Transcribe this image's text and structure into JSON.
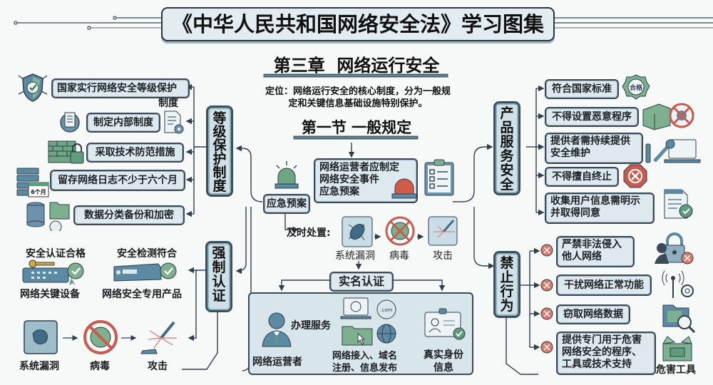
{
  "title": "《中华人民共和国网络安全法》学习图集",
  "chapter": {
    "heading": "第三章  网络运行安全",
    "positioning": "定位：网络运行安全的核心制度，分为一般规定和关键信息基础设施特别保护。",
    "positioning_line1": "定位：网络运行安全的核心制度，分为一般规",
    "positioning_line2": "定和关键信息基础设施特别保护。"
  },
  "section": {
    "heading": "第一节 一般规定"
  },
  "level_protection": {
    "label": "等级保护制度",
    "items": [
      {
        "text_line1": "国家实行网络安全等级保护",
        "text_line2": "制度",
        "icon": "shield-check-icon"
      },
      {
        "text": "制定内部制度",
        "icon": "document-gear-icon"
      },
      {
        "text": "采取技术防范措施",
        "icon": "firewall-lock-icon"
      },
      {
        "text": "留存网络日志不少于六个月",
        "icon": "server-calendar-icon",
        "badge": "6个月"
      },
      {
        "text": "数据分类备份和加密",
        "icon": "database-folder-lock-icon"
      }
    ]
  },
  "mandatory_cert": {
    "label": "强制认证",
    "items": [
      {
        "top": "安全认证合格",
        "bottom": "网络关键设备",
        "icon": "device-key-badge-icon"
      },
      {
        "top": "安全检测符合",
        "bottom": "网络安全专用产品",
        "icon": "appliance-badge-icon"
      }
    ],
    "chain": [
      "系统漏洞",
      "病毒",
      "攻击"
    ]
  },
  "emergency": {
    "label": "应急预案",
    "box_line1": "网络运营者应制定",
    "box_line2": "网络安全事件",
    "box_line3": "应急预案",
    "handle_label": "及时处置:",
    "chain": [
      "系统漏洞",
      "病毒",
      "攻击"
    ]
  },
  "real_name": {
    "label": "实名认证",
    "operator": "网络运营者",
    "service": "办理服务",
    "services_line1": "网络接入、域名",
    "services_line2": "注册、信息发布",
    "identity_line1": "真实身份",
    "identity_line2": "信息"
  },
  "product_security": {
    "label": "产品服务安全",
    "items": [
      {
        "text": "符合国家标准",
        "icon": "qualified-seal-icon",
        "seal": "合格"
      },
      {
        "text": "不得设置恶意程序",
        "icon": "box-no-malware-icon"
      },
      {
        "text_line1": "提供者需持续提供",
        "text_line2": "安全维护",
        "icon": "wrench-laptop-icon"
      },
      {
        "text": "不得擅自终止",
        "icon": "stop-x-icon"
      },
      {
        "text_line1": "收集用户信息需明示",
        "text_line2": "并取得同意",
        "icon": "document-check-icon"
      }
    ]
  },
  "prohibited": {
    "label": "禁止行为",
    "items": [
      {
        "text_line1": "严禁非法侵入",
        "text_line2": "他人网络",
        "icon": "hacker-lock-icon"
      },
      {
        "text": "干扰网络正常功能",
        "icon": "antenna-gear-icon"
      },
      {
        "text": "窃取网络数据",
        "icon": "folder-search-icon"
      },
      {
        "text_line1": "提供专门用于危害",
        "text_line2": "网络安全的程序、",
        "text_line3": "工具或技术支持",
        "icon": "toolbox-icon"
      }
    ],
    "tool_caption": "危害工具"
  },
  "colors": {
    "box_fill": "#dde9ee",
    "border": "#3d4a55",
    "green": "#5e9c7a",
    "red": "#c85a4f",
    "steel": "#5a7f9a"
  }
}
